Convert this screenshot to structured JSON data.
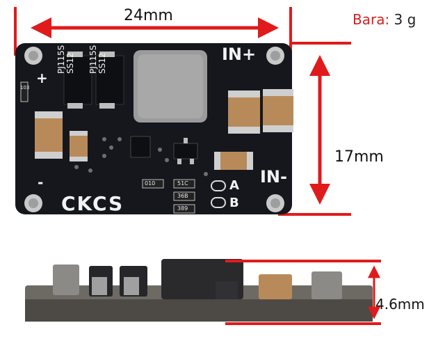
{
  "labels": {
    "width_dim": "24mm",
    "height_dim": "17mm",
    "thickness_dim": "4.6mm",
    "weight_key": "Bara:",
    "weight_value": " 3 g"
  },
  "board": {
    "in_plus": "IN+",
    "in_minus": "IN-",
    "brand": "CKCS",
    "plus_sign": "+",
    "minus_sign": "-",
    "pad_a": "A",
    "pad_b": "B",
    "ic_1_line1": "PJ115S",
    "ic_1_line2": "SS12",
    "ic_2_line1": "PJ115S",
    "ic_2_line2": "SS12",
    "r1": "103",
    "r2": "010",
    "r3": "51C",
    "r4": "36B",
    "r5": "389"
  },
  "colors": {
    "dimension_line": "#e01b1b",
    "pcb": "#15171c",
    "inductor": "#9b9b9b",
    "capacitor": "#b88a5a"
  }
}
